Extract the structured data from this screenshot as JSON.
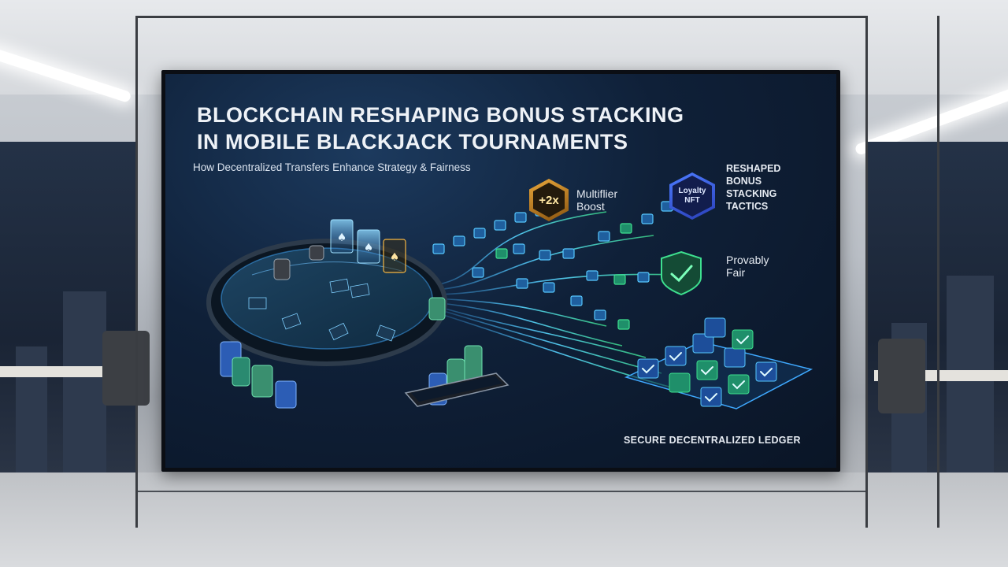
{
  "slide": {
    "title_line1": "BLOCKCHAIN RESHAPING BONUS STACKING",
    "title_line2": "IN MOBILE BLACKJACK TOURNAMENTS",
    "subtitle": "How Decentralized Transfers Enhance Strategy & Fairness"
  },
  "badges": {
    "multiplier_value": "+2x",
    "multiplier_line1": "Multiflier",
    "multiplier_line2": "Boost",
    "nft_line1": "Loyalty",
    "nft_line2": "NFT",
    "reshaped_line1": "RESHAPED",
    "reshaped_line2": "BONUS",
    "reshaped_line3": "STACKING",
    "reshaped_line4": "TACTICS",
    "fair_line1": "Provably",
    "fair_line2": "Fair"
  },
  "ledger": {
    "label": "SECURE DECENTRALIZED LEDGER"
  },
  "colors": {
    "accent_blue": "#3fa9ff",
    "accent_green": "#3ee08f",
    "accent_gold": "#f5b642",
    "nft_blue": "#4d7cff"
  }
}
